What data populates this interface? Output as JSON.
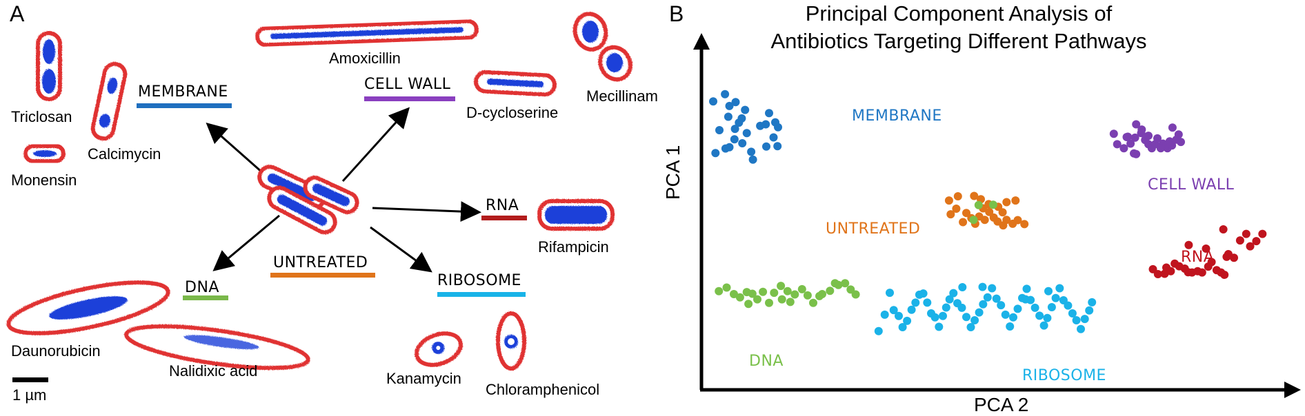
{
  "panel_a": {
    "letter": "A",
    "scale_bar_label": "1 µm",
    "center_label": "UNTREATED",
    "pathways": [
      {
        "label": "MEMBRANE",
        "color": "#1f6fbf"
      },
      {
        "label": "CELL WALL",
        "color": "#8a3fbf"
      },
      {
        "label": "RNA",
        "color": "#b21c1c"
      },
      {
        "label": "RIBOSOME",
        "color": "#19b3e8"
      },
      {
        "label": "DNA",
        "color": "#7ab84a"
      },
      {
        "label": "UNTREATED",
        "color": "#e0741a"
      }
    ],
    "antibiotics": {
      "triclosan": "Triclosan",
      "calcimycin": "Calcimycin",
      "monensin": "Monensin",
      "amoxicillin": "Amoxicillin",
      "d_cycloserine": "D-cycloserine",
      "mecillinam": "Mecillinam",
      "rifampicin": "Rifampicin",
      "daunorubicin": "Daunorubicin",
      "nalidixic_acid": "Nalidixic acid",
      "kanamycin": "Kanamycin",
      "chloramphenicol": "Chloramphenicol"
    },
    "cell_colors": {
      "membrane": "#e03030",
      "dna": "#1c3fd9"
    }
  },
  "panel_b": {
    "letter": "B",
    "title_line1": "Principal Component Analysis of",
    "title_line2": "Antibiotics Targeting Different Pathways",
    "xlabel": "PCA 2",
    "ylabel": "PCA 1"
  },
  "chart_data": {
    "type": "scatter",
    "title": "Principal Component Analysis of Antibiotics Targeting Different Pathways",
    "xlabel": "PCA 2",
    "ylabel": "PCA 1",
    "grid": false,
    "legend": "inline labels",
    "series": [
      {
        "name": "MEMBRANE",
        "color": "#1f77c4",
        "points": [
          [
            0.5,
            86.9
          ],
          [
            2.6,
            89.1
          ],
          [
            1.6,
            78.1
          ],
          [
            0.9,
            71.1
          ],
          [
            4.5,
            86.7
          ],
          [
            4.3,
            75.3
          ],
          [
            3.2,
            82.2
          ],
          [
            3.4,
            85.5
          ],
          [
            6.2,
            84.3
          ],
          [
            5.6,
            81.7
          ],
          [
            4.4,
            78.5
          ],
          [
            5.1,
            80.4
          ],
          [
            2.7,
            72.5
          ],
          [
            3.4,
            72.9
          ],
          [
            5.7,
            74.1
          ],
          [
            7.3,
            71.5
          ],
          [
            7.6,
            69.1
          ],
          [
            8.9,
            79.4
          ],
          [
            10.0,
            73.1
          ],
          [
            11.3,
            75.9
          ],
          [
            12.0,
            73.2
          ],
          [
            11.6,
            80.5
          ],
          [
            10.5,
            83.3
          ],
          [
            9.9,
            79.9
          ],
          [
            12.1,
            79.0
          ],
          [
            6.5,
            77.2
          ]
        ]
      },
      {
        "name": "CELL WALL",
        "color": "#7b3fb0",
        "points": [
          [
            72.8,
            73.8
          ],
          [
            74.0,
            72.6
          ],
          [
            74.7,
            76.1
          ],
          [
            75.2,
            74.0
          ],
          [
            76.2,
            70.8
          ],
          [
            76.0,
            75.8
          ],
          [
            77.1,
            77.2
          ],
          [
            77.8,
            75.1
          ],
          [
            78.4,
            73.8
          ],
          [
            79.0,
            72.6
          ],
          [
            79.6,
            73.8
          ],
          [
            80.0,
            75.6
          ],
          [
            81.0,
            74.0
          ],
          [
            81.8,
            72.6
          ],
          [
            82.2,
            74.7
          ],
          [
            82.7,
            78.9
          ],
          [
            83.8,
            76.8
          ],
          [
            84.2,
            74.5
          ],
          [
            72.2,
            77.0
          ],
          [
            74.5,
            76.0
          ],
          [
            76.2,
            79.9
          ],
          [
            78.4,
            76.4
          ],
          [
            80.6,
            72.6
          ],
          [
            82.6,
            73.4
          ],
          [
            83.4,
            75.2
          ],
          [
            77.2,
            78.3
          ],
          [
            75.8,
            71.0
          ]
        ]
      },
      {
        "name": "UNTREATED",
        "color": "#e0741a",
        "points": [
          [
            43.0,
            52.4
          ],
          [
            44.0,
            54.1
          ],
          [
            45.2,
            50.0
          ],
          [
            45.8,
            52.8
          ],
          [
            46.7,
            51.2
          ],
          [
            47.4,
            49.5
          ],
          [
            48.1,
            51.7
          ],
          [
            49.1,
            50.7
          ],
          [
            49.9,
            53.1
          ],
          [
            50.7,
            51.4
          ],
          [
            51.4,
            50.2
          ],
          [
            52.4,
            49.0
          ],
          [
            53.0,
            50.7
          ],
          [
            54.1,
            49.5
          ],
          [
            55.0,
            50.6
          ],
          [
            56.2,
            49.4
          ],
          [
            47.2,
            58.0
          ],
          [
            48.4,
            57.0
          ],
          [
            49.8,
            55.5
          ],
          [
            51.5,
            54.7
          ],
          [
            53.0,
            56.1
          ],
          [
            54.6,
            56.6
          ],
          [
            44.3,
            57.9
          ],
          [
            42.7,
            56.6
          ],
          [
            48.8,
            54.2
          ],
          [
            52.3,
            53.0
          ]
        ]
      },
      {
        "name": "RNA",
        "color": "#c0141e",
        "points": [
          [
            79.2,
            35.6
          ],
          [
            80.1,
            34.1
          ],
          [
            81.3,
            34.2
          ],
          [
            81.6,
            36.1
          ],
          [
            82.4,
            35.0
          ],
          [
            83.1,
            37.3
          ],
          [
            83.9,
            36.5
          ],
          [
            84.9,
            35.8
          ],
          [
            85.5,
            34.7
          ],
          [
            86.2,
            34.6
          ],
          [
            87.2,
            35.0
          ],
          [
            88.0,
            34.6
          ],
          [
            89.1,
            36.4
          ],
          [
            89.7,
            37.8
          ],
          [
            90.6,
            35.3
          ],
          [
            91.4,
            34.6
          ],
          [
            92.0,
            33.9
          ],
          [
            92.4,
            39.4
          ],
          [
            92.7,
            40.2
          ],
          [
            93.7,
            39.1
          ],
          [
            94.8,
            44.4
          ],
          [
            95.9,
            46.4
          ],
          [
            96.6,
            42.6
          ],
          [
            97.7,
            44.2
          ],
          [
            98.8,
            46.4
          ],
          [
            88.7,
            41.9
          ],
          [
            91.8,
            47.8
          ],
          [
            85.6,
            43.0
          ]
        ]
      },
      {
        "name": "DNA",
        "color": "#7ac04a",
        "points": [
          [
            1.5,
            28.9
          ],
          [
            2.9,
            30.0
          ],
          [
            4.2,
            28.0
          ],
          [
            5.3,
            27.0
          ],
          [
            6.5,
            28.6
          ],
          [
            7.5,
            28.1
          ],
          [
            8.4,
            26.4
          ],
          [
            9.4,
            28.7
          ],
          [
            10.5,
            25.3
          ],
          [
            11.4,
            28.4
          ],
          [
            12.6,
            30.5
          ],
          [
            13.8,
            28.9
          ],
          [
            14.3,
            25.6
          ],
          [
            15.1,
            27.9
          ],
          [
            16.4,
            29.5
          ],
          [
            17.4,
            27.6
          ],
          [
            18.4,
            25.3
          ],
          [
            19.5,
            27.4
          ],
          [
            20.0,
            28.0
          ],
          [
            21.4,
            29.0
          ],
          [
            22.3,
            31.3
          ],
          [
            22.9,
            30.8
          ],
          [
            24.1,
            31.3
          ],
          [
            25.1,
            29.4
          ],
          [
            26.0,
            27.9
          ],
          [
            6.8,
            25.0
          ],
          [
            12.8,
            26.4
          ],
          [
            48.0,
            55.2
          ],
          [
            50.6,
            55.3
          ],
          [
            47.1,
            50.7
          ]
        ]
      },
      {
        "name": "RIBOSOME",
        "color": "#1ab2e8",
        "points": [
          [
            30.1,
            16.7
          ],
          [
            31.2,
            21.7
          ],
          [
            32.1,
            28.4
          ],
          [
            32.8,
            23.1
          ],
          [
            33.7,
            21.3
          ],
          [
            34.4,
            17.9
          ],
          [
            35.2,
            19.8
          ],
          [
            36.0,
            23.2
          ],
          [
            36.7,
            25.4
          ],
          [
            37.4,
            27.8
          ],
          [
            38.1,
            28.2
          ],
          [
            38.8,
            25.4
          ],
          [
            39.5,
            22.1
          ],
          [
            40.2,
            20.9
          ],
          [
            40.9,
            18.0
          ],
          [
            41.6,
            21.3
          ],
          [
            42.2,
            23.9
          ],
          [
            42.8,
            26.4
          ],
          [
            43.5,
            28.3
          ],
          [
            44.2,
            25.2
          ],
          [
            45.0,
            23.8
          ],
          [
            45.8,
            21.0
          ],
          [
            46.6,
            17.9
          ],
          [
            47.3,
            20.0
          ],
          [
            48.1,
            22.4
          ],
          [
            48.8,
            24.9
          ],
          [
            49.6,
            27.0
          ],
          [
            50.4,
            29.8
          ],
          [
            51.2,
            26.6
          ],
          [
            52.0,
            24.6
          ],
          [
            52.8,
            21.7
          ],
          [
            53.6,
            18.1
          ],
          [
            54.2,
            20.9
          ],
          [
            55.0,
            23.5
          ],
          [
            55.8,
            26.8
          ],
          [
            56.6,
            29.6
          ],
          [
            57.3,
            26.2
          ],
          [
            58.1,
            23.8
          ],
          [
            58.9,
            21.4
          ],
          [
            59.7,
            18.4
          ],
          [
            60.3,
            20.7
          ],
          [
            61.1,
            24.0
          ],
          [
            61.8,
            26.8
          ],
          [
            62.5,
            29.8
          ],
          [
            63.2,
            26.1
          ],
          [
            64.0,
            24.5
          ],
          [
            64.8,
            22.1
          ],
          [
            65.5,
            20.0
          ],
          [
            66.3,
            17.3
          ],
          [
            67.0,
            20.4
          ],
          [
            67.8,
            23.0
          ],
          [
            68.3,
            25.5
          ],
          [
            45.1,
            30.1
          ],
          [
            48.7,
            30.2
          ],
          [
            56.4,
            26.4
          ],
          [
            60.5,
            28.9
          ]
        ]
      }
    ],
    "x_range": [
      0,
      100
    ],
    "y_range": [
      0,
      100
    ]
  }
}
